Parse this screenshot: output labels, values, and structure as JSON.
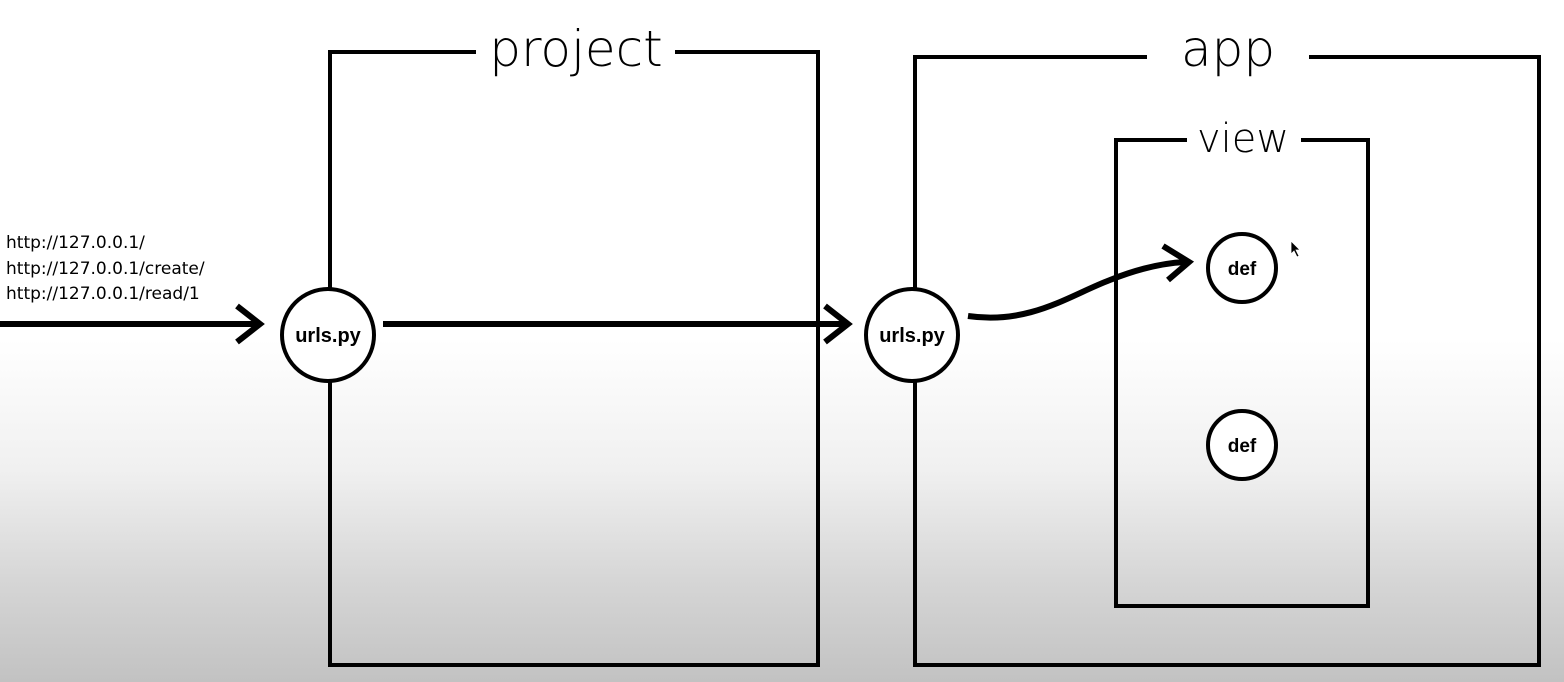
{
  "incoming_urls": [
    "http://127.0.0.1/",
    "http://127.0.0.1/create/",
    "http://127.0.0.1/read/1"
  ],
  "project": {
    "title": "project",
    "router_label": "urls.py"
  },
  "app": {
    "title": "app",
    "router_label": "urls.py",
    "view": {
      "title": "view",
      "functions": [
        "def",
        "def"
      ]
    }
  },
  "icons": [
    "mouse-cursor-icon",
    "arrow-icon"
  ],
  "colors": {
    "stroke": "#000000",
    "background_top": "#ffffff",
    "background_bottom": "#c2c2c2"
  }
}
